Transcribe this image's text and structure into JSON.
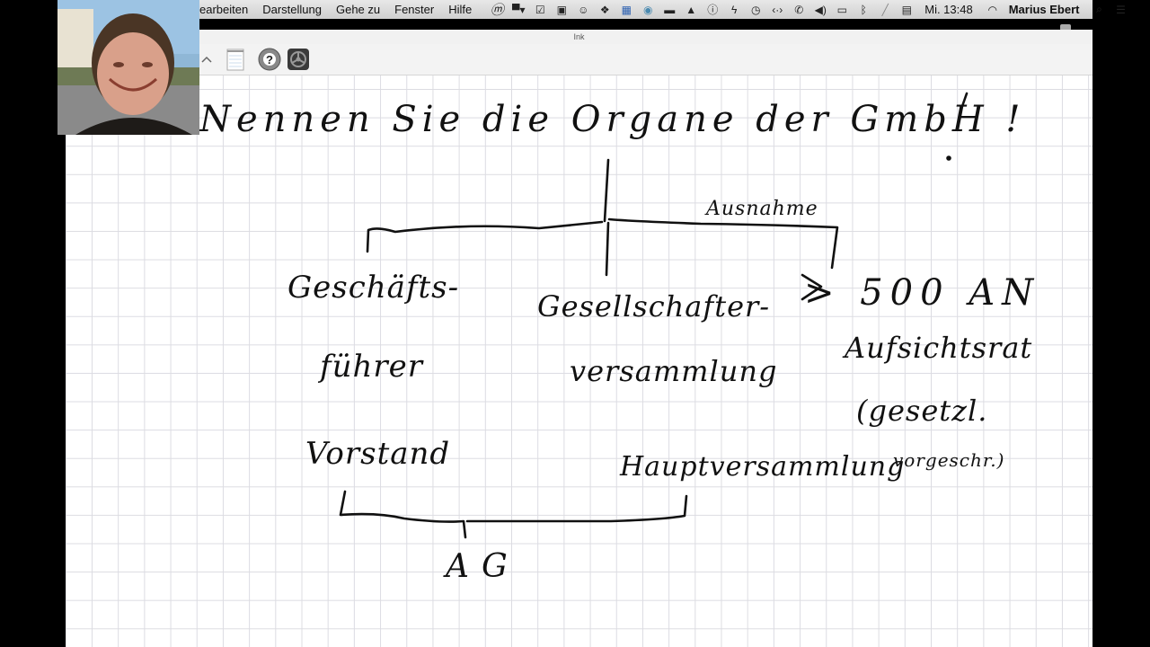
{
  "menubar": {
    "items": [
      "earbeiten",
      "Darstellung",
      "Gehe zu",
      "Fenster",
      "Hilfe"
    ],
    "tray_icons": [
      "script-m-icon",
      "display-icon",
      "checkbox-icon",
      "camera-icon",
      "face-icon",
      "dropbox-icon",
      "app-icon",
      "lock-icon",
      "screen-icon",
      "drive-icon",
      "accessibility-icon",
      "flash-icon",
      "time-machine-icon",
      "code-icon",
      "phone-icon",
      "volume-icon",
      "battery-icon",
      "bluetooth-icon",
      "pen-icon",
      "calendar-icon",
      "wifi-icon",
      "search-icon",
      "list-icon"
    ],
    "clock": "Mi. 13:48",
    "user": "Marius Ebert"
  },
  "window": {
    "title": "Ink",
    "toolbar": {
      "buttons": [
        "collapse",
        "notepad",
        "help",
        "settings"
      ]
    }
  },
  "webcam": {
    "label": "Presenter webcam"
  },
  "canvas": {
    "grid_color": "#dcdce2",
    "ink_color": "#111111",
    "handwriting": {
      "heading": "Nennen Sie die Organe der GmbH !",
      "exception_label": "Ausnahme",
      "left_branch": [
        "Geschäfts-",
        "führer"
      ],
      "middle_branch": [
        "Gesellschafter-",
        "versammlung"
      ],
      "right_branch": [
        "> 500 AN",
        "Aufsichtsrat",
        "(gesetzl.",
        "vorgeschr.)"
      ],
      "ag_left": "Vorstand",
      "ag_right": "Hauptversammlung",
      "ag_label": "AG"
    }
  }
}
